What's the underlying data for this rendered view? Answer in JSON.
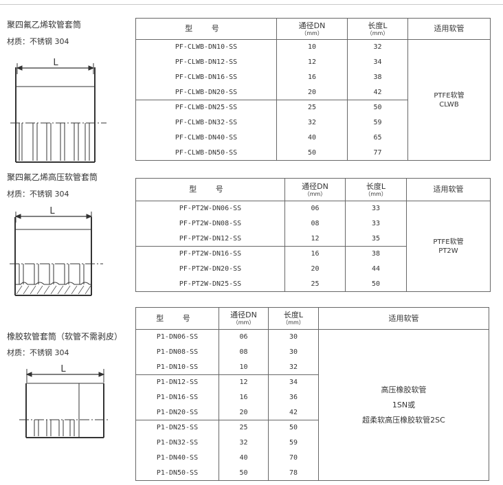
{
  "sections": [
    {
      "title": "聚四氟乙烯软管套筒",
      "material": "材质：不锈钢 304",
      "dim_label": "L",
      "headers": {
        "model": "型 号",
        "dn": "通径DN",
        "dn_unit": "（mm）",
        "len": "长度L",
        "len_unit": "（mm）",
        "app": "适用软管"
      },
      "application": [
        "PTFE软管",
        "CLWB"
      ],
      "rows": [
        {
          "model": "PF-CLWB-DN10-SS",
          "dn": "10",
          "len": "32"
        },
        {
          "model": "PF-CLWB-DN12-SS",
          "dn": "12",
          "len": "34"
        },
        {
          "model": "PF-CLWB-DN16-SS",
          "dn": "16",
          "len": "38"
        },
        {
          "model": "PF-CLWB-DN20-SS",
          "dn": "20",
          "len": "42"
        },
        {
          "model": "PF-CLWB-DN25-SS",
          "dn": "25",
          "len": "50"
        },
        {
          "model": "PF-CLWB-DN32-SS",
          "dn": "32",
          "len": "59"
        },
        {
          "model": "PF-CLWB-DN40-SS",
          "dn": "40",
          "len": "65"
        },
        {
          "model": "PF-CLWB-DN50-SS",
          "dn": "50",
          "len": "77"
        }
      ]
    },
    {
      "title": "聚四氟乙烯高压软管套筒",
      "material": "材质：不锈钢 304",
      "dim_label": "L",
      "headers": {
        "model": "型 号",
        "dn": "通径DN",
        "dn_unit": "（mm）",
        "len": "长度L",
        "len_unit": "（mm）",
        "app": "适用软管"
      },
      "application": [
        "PTFE软管",
        "PT2W"
      ],
      "rows": [
        {
          "model": "PF-PT2W-DN06-SS",
          "dn": "06",
          "len": "33"
        },
        {
          "model": "PF-PT2W-DN08-SS",
          "dn": "08",
          "len": "33"
        },
        {
          "model": "PF-PT2W-DN12-SS",
          "dn": "12",
          "len": "35"
        },
        {
          "model": "PF-PT2W-DN16-SS",
          "dn": "16",
          "len": "38"
        },
        {
          "model": "PF-PT2W-DN20-SS",
          "dn": "20",
          "len": "44"
        },
        {
          "model": "PF-PT2W-DN25-SS",
          "dn": "25",
          "len": "50"
        }
      ]
    },
    {
      "title": "橡胶软管套筒（软管不需剥皮）",
      "material": "材质：不锈钢 304",
      "dim_label": "L",
      "headers": {
        "model": "型 号",
        "dn": "通径DN",
        "dn_unit": "（mm）",
        "len": "长度L",
        "len_unit": "（mm）",
        "app": "适用软管"
      },
      "application": [
        "高压橡胶软管",
        "1SN或",
        "超柔软高压橡胶软管2SC"
      ],
      "rows": [
        {
          "model": "P1-DN06-SS",
          "dn": "06",
          "len": "30"
        },
        {
          "model": "P1-DN08-SS",
          "dn": "08",
          "len": "30"
        },
        {
          "model": "P1-DN10-SS",
          "dn": "10",
          "len": "32"
        },
        {
          "model": "P1-DN12-SS",
          "dn": "12",
          "len": "34"
        },
        {
          "model": "P1-DN16-SS",
          "dn": "16",
          "len": "36"
        },
        {
          "model": "P1-DN20-SS",
          "dn": "20",
          "len": "42"
        },
        {
          "model": "P1-DN25-SS",
          "dn": "25",
          "len": "50"
        },
        {
          "model": "P1-DN32-SS",
          "dn": "32",
          "len": "59"
        },
        {
          "model": "P1-DN40-SS",
          "dn": "40",
          "len": "70"
        },
        {
          "model": "P1-DN50-SS",
          "dn": "50",
          "len": "78"
        }
      ]
    }
  ]
}
